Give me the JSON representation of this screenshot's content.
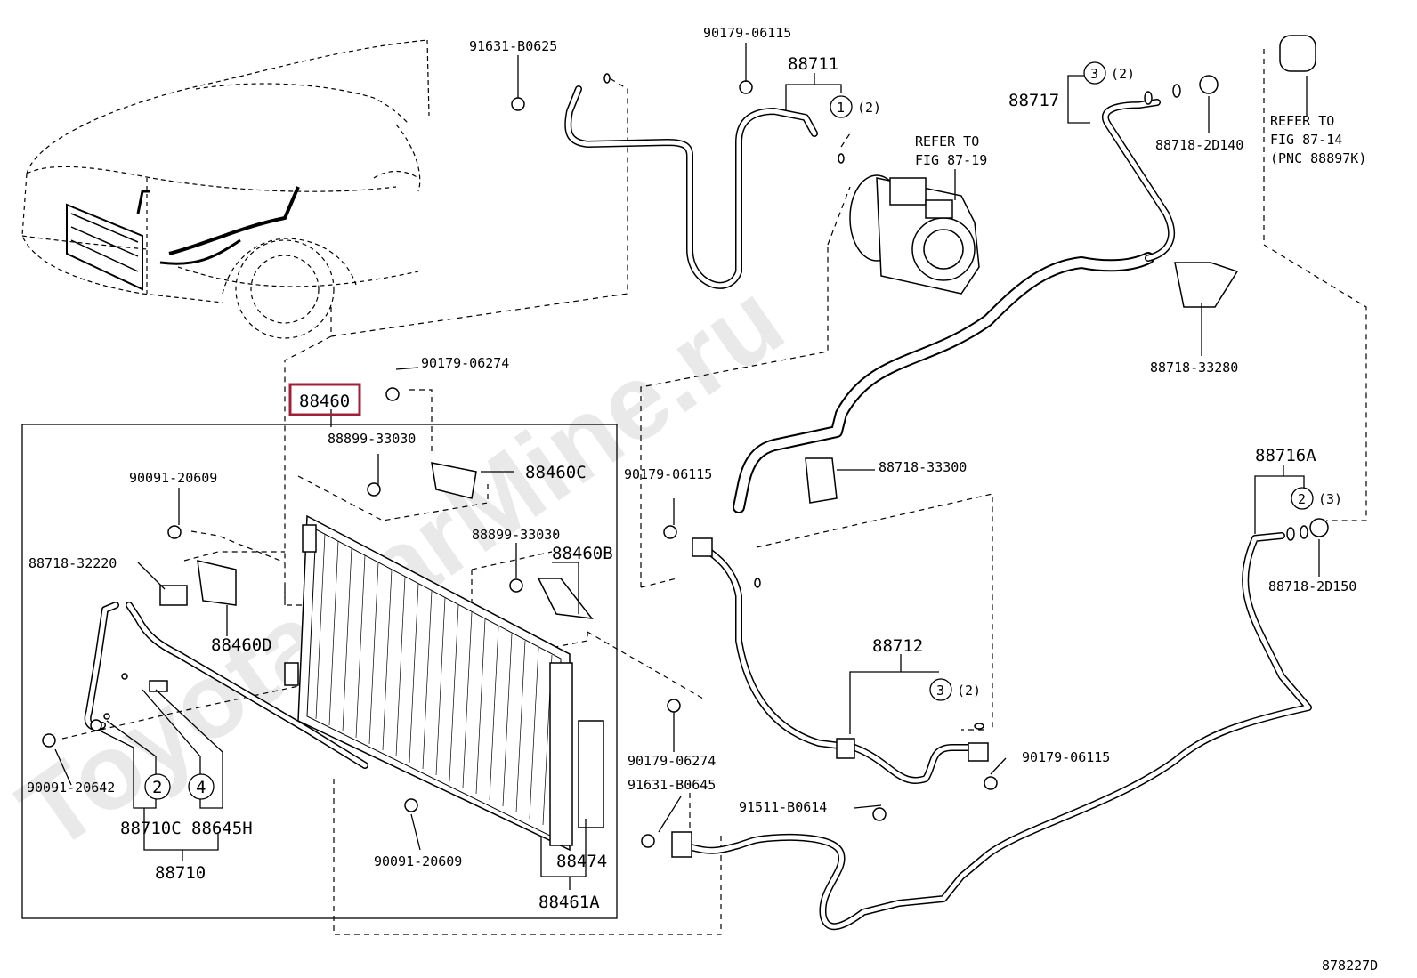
{
  "watermark": "ToyotaCarMine.ru",
  "highlight_color": "#a0203a",
  "figure_id": "878227D",
  "parts": {
    "p88460": "88460",
    "p88460C": "88460C",
    "p88460B": "88460B",
    "p88460D": "88460D",
    "p88461A": "88461A",
    "p88474": "88474",
    "p88710": "88710",
    "p88710C": "88710C",
    "p88645H": "88645H",
    "p88711": "88711",
    "p88712": "88712",
    "p88716A": "88716A",
    "p88717": "88717",
    "p88718_32220": "88718-32220",
    "p88718_33280": "88718-33280",
    "p88718_33300": "88718-33300",
    "p88718_2D140": "88718-2D140",
    "p88718_2D150": "88718-2D150",
    "p88899_33030a": "88899-33030",
    "p88899_33030b": "88899-33030",
    "p90091_20609a": "90091-20609",
    "p90091_20609b": "90091-20609",
    "p90091_20642": "90091-20642",
    "p90179_06274a": "90179-06274",
    "p90179_06274b": "90179-06274",
    "p90179_06115a": "90179-06115",
    "p90179_06115b": "90179-06115",
    "p90179_06115c": "90179-06115",
    "p91631_B0625": "91631-B0625",
    "p91631_B0645": "91631-B0645",
    "p91511_B0614": "91511-B0614"
  },
  "callouts": {
    "c1": "1",
    "c2a": "2",
    "c2b": "2",
    "c3a": "3",
    "c3b": "3",
    "c4": "4",
    "q2_a": "(2)",
    "q2_b": "(2)",
    "q2_c": "(2)",
    "q3": "(3)"
  },
  "refer_compressor": {
    "line1": "REFER TO",
    "line2": "FIG 87-19"
  },
  "refer_grommet": {
    "line1": "REFER TO",
    "line2": "FIG 87-14",
    "line3": "(PNC 88897K)"
  }
}
